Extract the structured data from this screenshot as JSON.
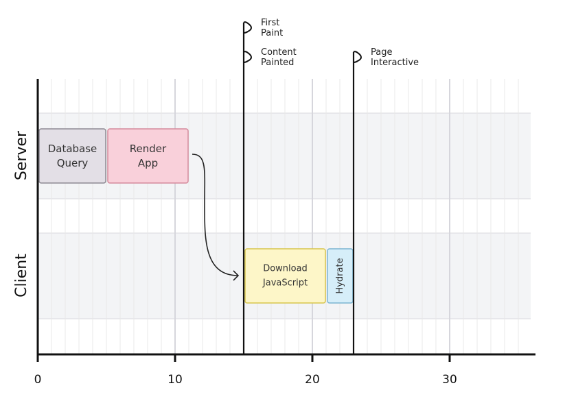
{
  "lanes": [
    {
      "label": "Server"
    },
    {
      "label": "Client"
    }
  ],
  "axis": {
    "min": 0,
    "max": 36,
    "ticks": [
      0,
      10,
      20,
      30
    ],
    "tick_labels": [
      "0",
      "10",
      "20",
      "30"
    ]
  },
  "tasks": [
    {
      "lane": 0,
      "start": 0,
      "end": 5,
      "lines": [
        "Database",
        "Query"
      ],
      "fill": "#e3dfe6",
      "stroke": "#8e8a93",
      "vertical": false
    },
    {
      "lane": 0,
      "start": 5,
      "end": 11,
      "lines": [
        "Render",
        "App"
      ],
      "fill": "#f9d0da",
      "stroke": "#d58a9c",
      "vertical": false
    },
    {
      "lane": 1,
      "start": 15,
      "end": 21,
      "lines": [
        "Download",
        "JavaScript"
      ],
      "fill": "#fdf6c8",
      "stroke": "#d8c54c",
      "vertical": false
    },
    {
      "lane": 1,
      "start": 21,
      "end": 23,
      "lines": [
        "Hydrate"
      ],
      "fill": "#d6eef9",
      "stroke": "#7bb4d1",
      "vertical": true
    }
  ],
  "markers": [
    {
      "x": 15,
      "level": 0,
      "lines": [
        "First",
        "Paint"
      ]
    },
    {
      "x": 15,
      "level": 1,
      "lines": [
        "Content",
        "Painted"
      ]
    },
    {
      "x": 23,
      "level": 1,
      "lines": [
        "Page",
        "Interactive"
      ]
    }
  ],
  "arrow": {
    "from_x": 11.3,
    "to_x": 14.8
  },
  "colors": {
    "lane_band": "#f3f4f6",
    "grid_minor": "#e8e8e8",
    "grid_major": "#d6d6dc",
    "axis": "#111111"
  }
}
